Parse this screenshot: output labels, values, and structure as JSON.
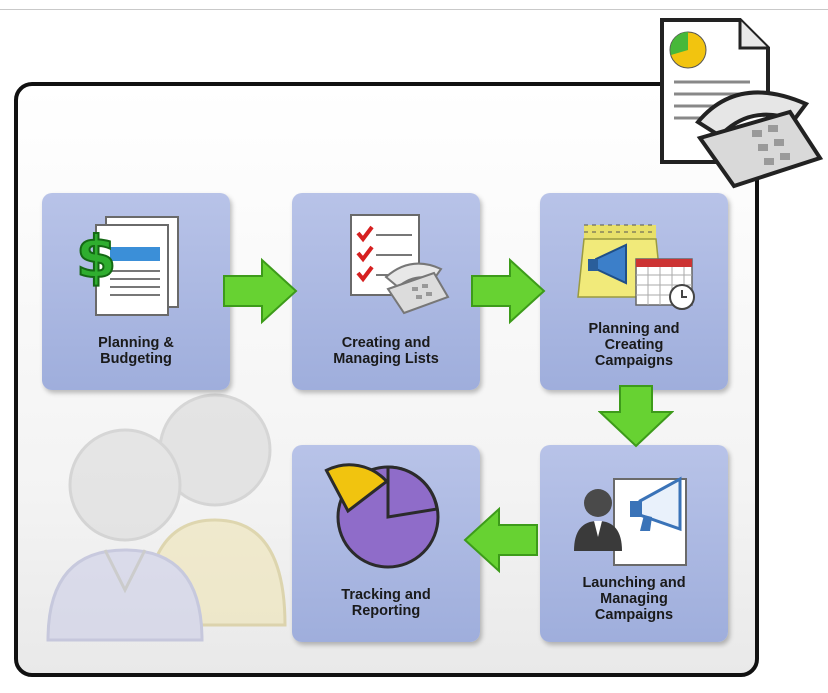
{
  "steps": [
    {
      "label": "Planning &\nBudgeting",
      "icon": "budget-document-icon"
    },
    {
      "label": "Creating and\nManaging Lists",
      "icon": "checklist-phone-icon"
    },
    {
      "label": "Planning and\nCreating\nCampaigns",
      "icon": "megaphone-calendar-icon"
    },
    {
      "label": "Launching and\nManaging\nCampaigns",
      "icon": "presenter-megaphone-icon"
    },
    {
      "label": "Tracking and\nReporting",
      "icon": "pie-chart-icon"
    }
  ],
  "colors": {
    "box": "#a9b6e2",
    "arrow": "#5ccf2a",
    "frame": "#111111"
  }
}
